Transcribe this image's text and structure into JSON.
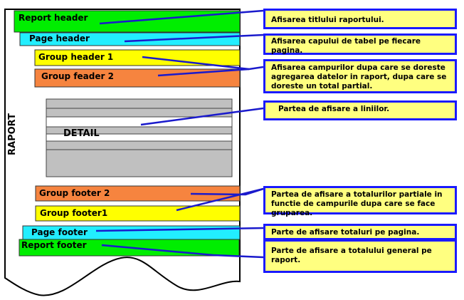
{
  "report": {
    "side_label": "RAPORT",
    "bands": {
      "report_header": "Report header",
      "page_header": "Page header",
      "group_header_1": "Group header 1",
      "group_header_2": "Group feader 2",
      "detail": "DETAIL",
      "group_footer_2": "Group footer 2",
      "group_footer_1": "Group footer1",
      "page_footer": "Page footer",
      "report_footer": "Report footer"
    }
  },
  "callouts": [
    "Afisarea titlului raportului.",
    "Afisarea capului de tabel pe fiecare pagina.",
    "Afisarea campurilor dupa care se doreste agregarea datelor in raport, dupa care se doreste un total partial.",
    "Partea de afisare a liniilor.",
    "Partea de afisare a totalurilor partiale in functie de campurile dupa care se face gruparea.",
    "Parte de afisare totaluri pe pagina.",
    "Parte de afisare a totalului general pe raport."
  ],
  "colors": {
    "green": "#00ee00",
    "cyan": "#22eeff",
    "yellow": "#ffff00",
    "orange": "#f6843f",
    "gray": "#c0c0c0",
    "line": "#1a1acc",
    "callout_bg": "#ffff80"
  }
}
